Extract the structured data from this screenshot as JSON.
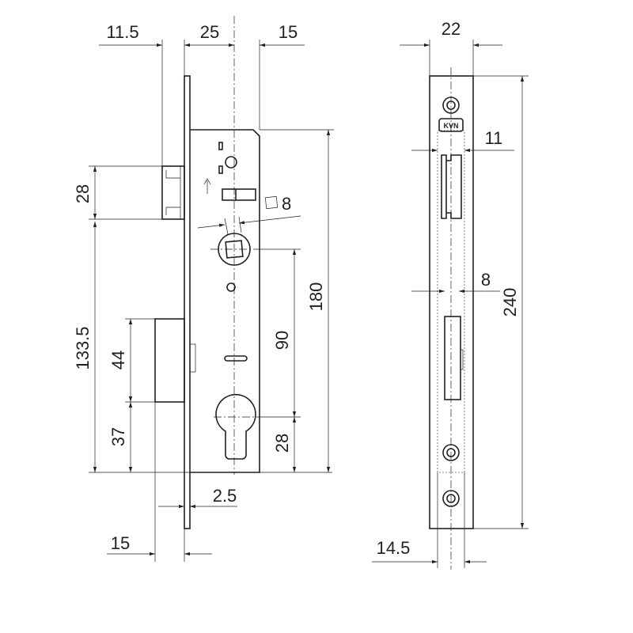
{
  "title": "Mortise lock technical drawing",
  "logo_text": "KVN",
  "side_view": {
    "dims": {
      "backset_offset": "11.5",
      "backset": "25",
      "front_to_edge": "15",
      "latch_height": "28",
      "latch_to_bottom": "133.5",
      "bolt_height": "44",
      "bolt_to_bottom": "37",
      "body_height": "180",
      "spindle_to_cylinder": "90",
      "cylinder_to_bottom": "28",
      "faceplate_thickness": "2.5",
      "bolt_throw": "15",
      "spindle_square": "8"
    }
  },
  "front_view": {
    "dims": {
      "plate_width": "22",
      "latch_width": "11",
      "bolt_width": "8",
      "plate_length": "240",
      "bottom_width": "14.5"
    }
  }
}
